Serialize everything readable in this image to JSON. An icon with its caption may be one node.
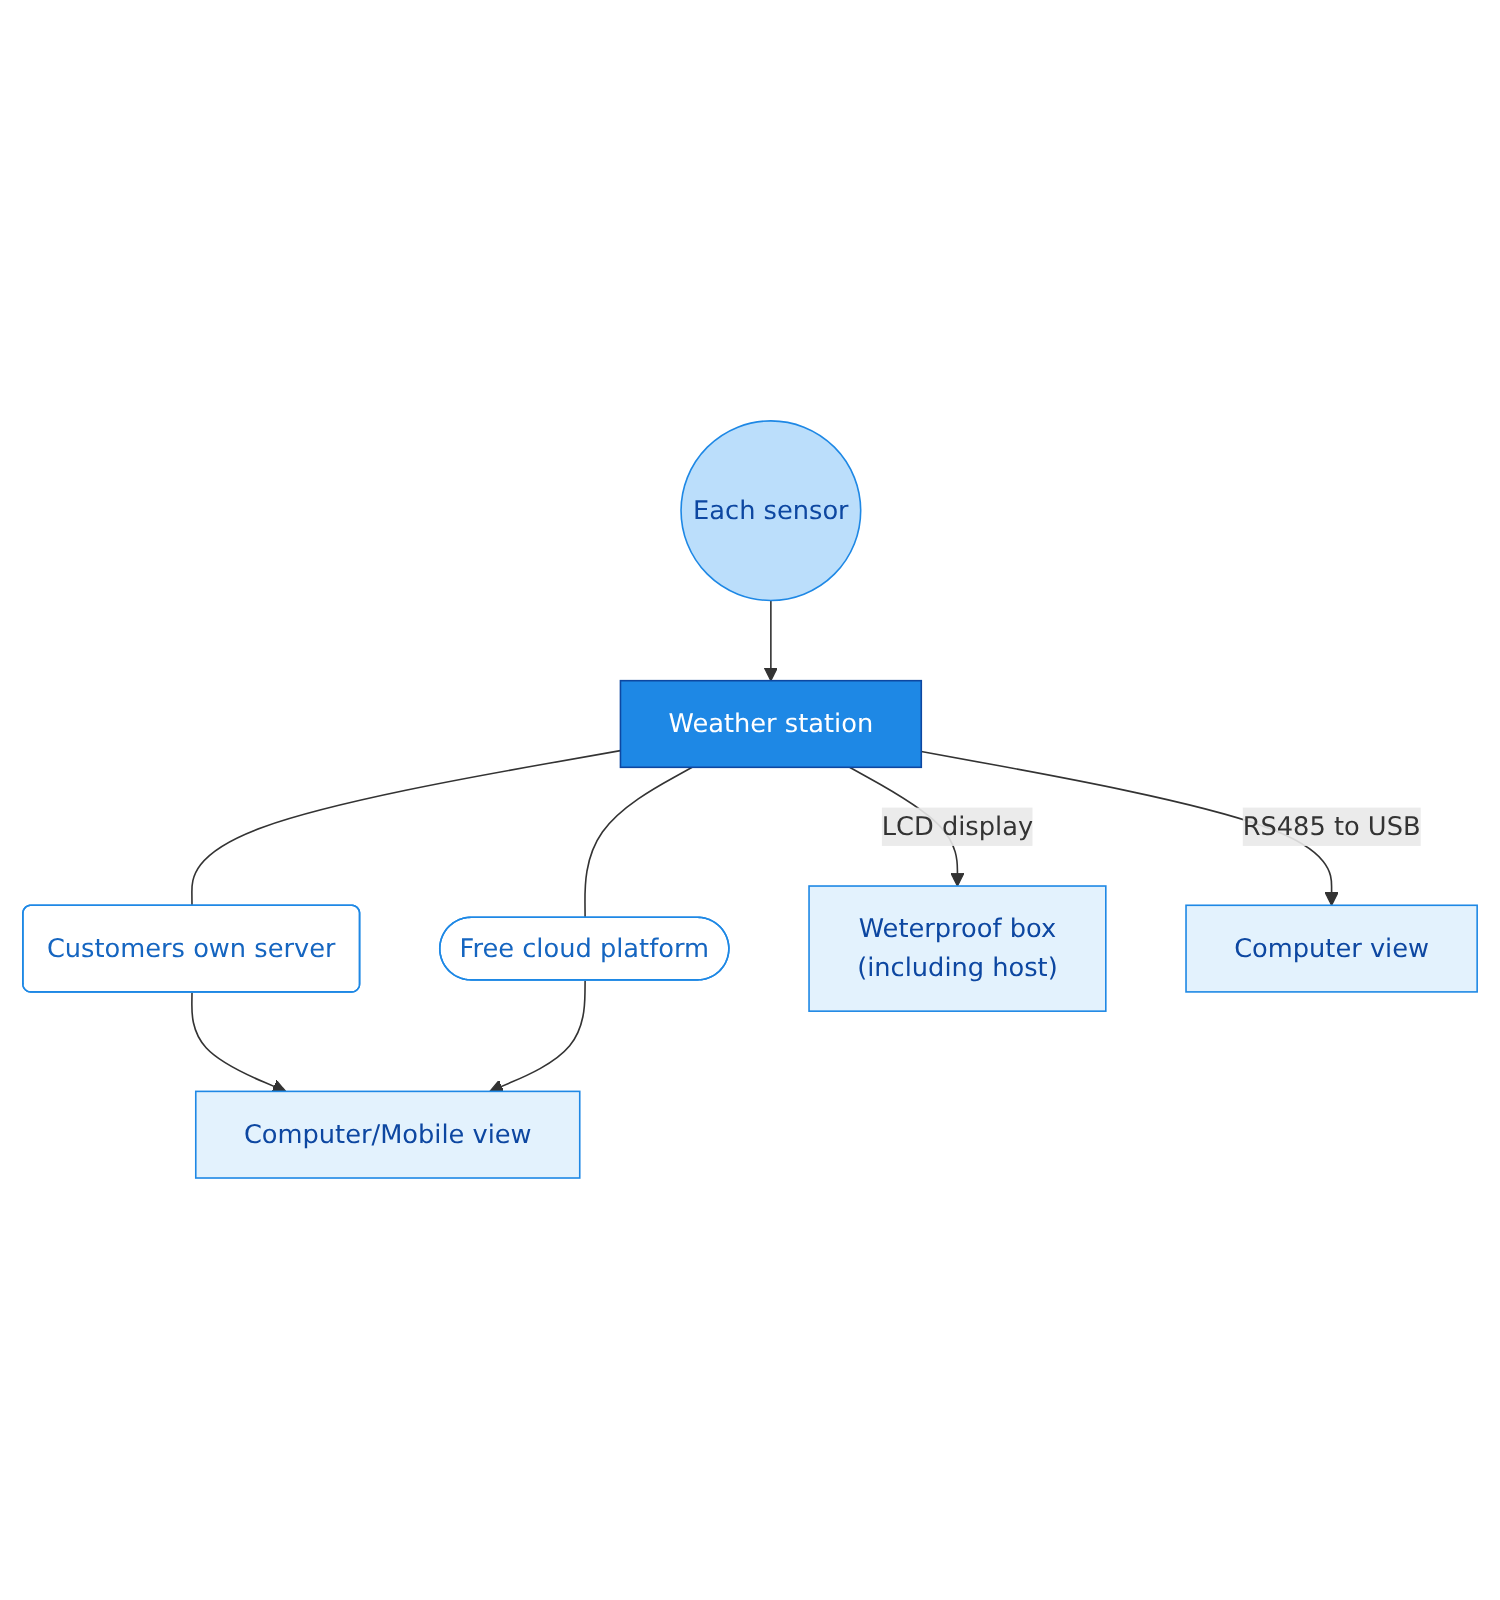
{
  "diagram": {
    "nodes": [
      {
        "text": [
          "Each sensor"
        ]
      },
      {
        "text": [
          "Weather station"
        ]
      },
      {
        "text": [
          "Customers own server"
        ]
      },
      {
        "text": [
          "Free cloud platform"
        ]
      },
      {
        "text": [
          "Computer/Mobile view"
        ]
      },
      {
        "text": [
          "Weterproof box",
          "(including host)"
        ]
      },
      {
        "text": [
          "Computer view"
        ]
      }
    ],
    "edges": [
      {
        "from": 0,
        "to": 1,
        "arrow": "to"
      },
      {
        "from": 1,
        "to": 2,
        "arrow": "none"
      },
      {
        "from": 1,
        "to": 3,
        "arrow": "none"
      },
      {
        "from": 2,
        "to": 4,
        "arrow": "to"
      },
      {
        "from": 3,
        "to": 4,
        "arrow": "to"
      },
      {
        "from": 1,
        "to": 5,
        "arrow": "to",
        "label": "LCD display"
      },
      {
        "from": 1,
        "to": 6,
        "arrow": "to",
        "label": "RS485 to USB"
      }
    ]
  }
}
